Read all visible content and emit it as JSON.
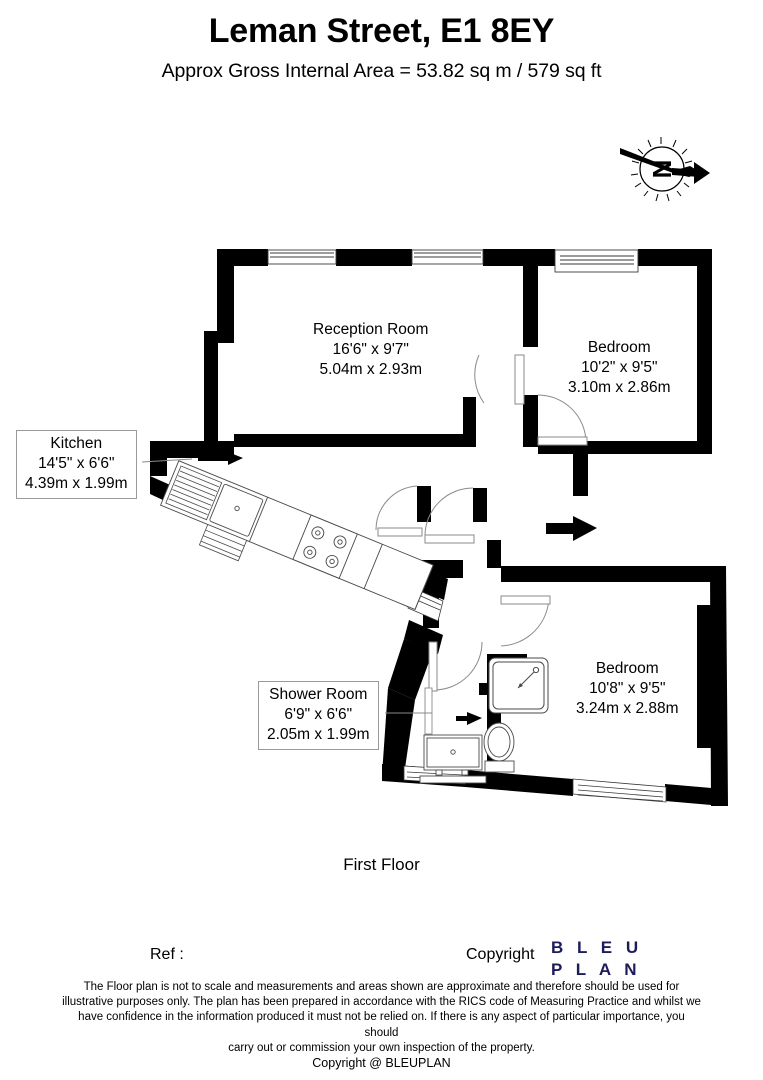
{
  "header": {
    "title": "Leman Street, E1 8EY",
    "area_line": "Approx Gross Internal Area = 53.82 sq m / 579 sq ft"
  },
  "compass": {
    "icon": "north-sun-icon",
    "letter": "N"
  },
  "floor_caption": "First Floor",
  "rooms": [
    {
      "key": "reception",
      "name": "Reception Room",
      "imperial": "16'6\" x 9'7\"",
      "metric": "5.04m x 2.93m",
      "boxed": false
    },
    {
      "key": "bedroom1",
      "name": "Bedroom",
      "imperial": "10'2\" x 9'5\"",
      "metric": "3.10m x 2.86m",
      "boxed": false
    },
    {
      "key": "kitchen",
      "name": "Kitchen",
      "imperial": "14'5\" x 6'6\"",
      "metric": "4.39m x 1.99m",
      "boxed": true
    },
    {
      "key": "shower",
      "name": "Shower Room",
      "imperial": "6'9\" x 6'6\"",
      "metric": "2.05m x 1.99m",
      "boxed": true
    },
    {
      "key": "bedroom2",
      "name": "Bedroom",
      "imperial": "10'8\" x 9'5\"",
      "metric": "3.24m x 2.88m",
      "boxed": false
    }
  ],
  "footer": {
    "ref_label": "Ref  :",
    "ref_value": "",
    "copyright_label": "Copyright",
    "brand_line1": "B L E U",
    "brand_line2": "P L A N",
    "brand_color": "#1b1b63",
    "disclaimer_line1": "The Floor plan is not to scale and measurements and areas shown are approximate and therefore should be used for",
    "disclaimer_line2": "illustrative purposes only. The plan has been prepared in accordance with the RICS code of Measuring Practice and whilst we",
    "disclaimer_line3": "have confidence in the information produced it must not be relied on. If there is any aspect of particular importance, you should",
    "disclaimer_line4": "carry out or commission your own inspection of the property.",
    "copyright_line": "Copyright @ BLEUPLAN"
  },
  "fixtures": [
    {
      "name": "kitchen-sink-icon"
    },
    {
      "name": "kitchen-drainer-icon"
    },
    {
      "name": "kitchen-hob-icon"
    },
    {
      "name": "kitchen-counter-icon"
    },
    {
      "name": "shower-tray-icon"
    },
    {
      "name": "washbasin-icon"
    },
    {
      "name": "toilet-icon"
    }
  ],
  "colors": {
    "wall": "#000000",
    "background": "#ffffff",
    "fixture_stroke": "#4a4a4a",
    "label_border": "#9a9a9a"
  }
}
